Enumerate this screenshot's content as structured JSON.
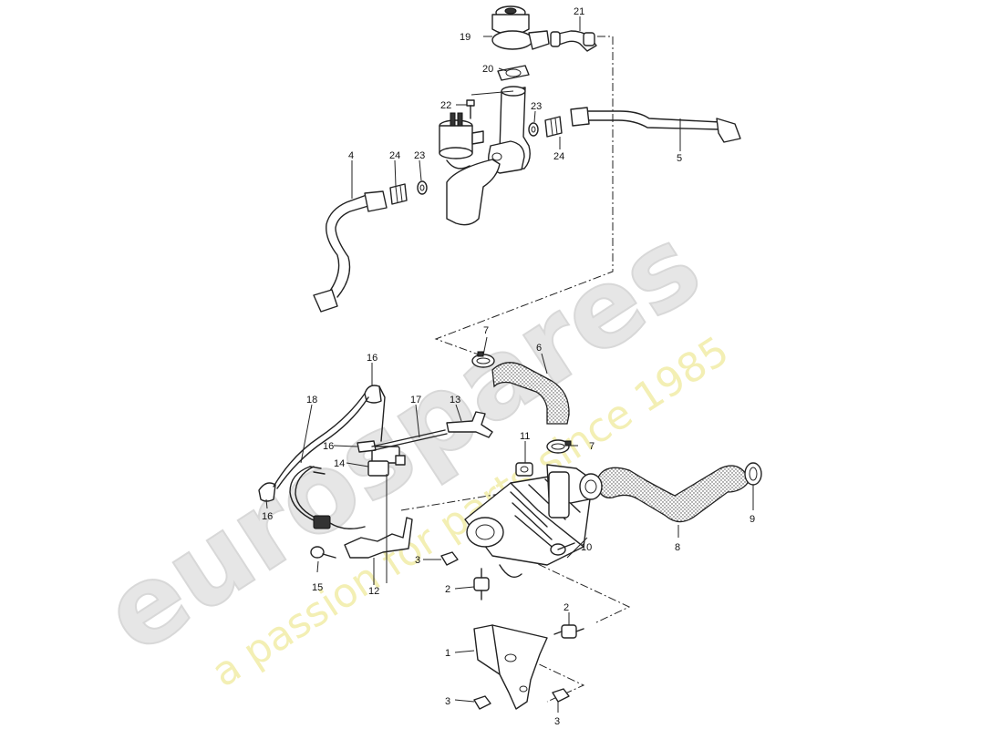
{
  "watermark": {
    "logo_text": "eurospares",
    "tagline": "a passion for parts since 1985"
  },
  "callouts": {
    "c1": "1",
    "c2a": "2",
    "c2b": "2",
    "c3a": "3",
    "c3b": "3",
    "c3c": "3",
    "c4": "4",
    "c5": "5",
    "c6": "6",
    "c7a": "7",
    "c7b": "7",
    "c8": "8",
    "c9": "9",
    "c10": "10",
    "c11": "11",
    "c12": "12",
    "c13": "13",
    "c14": "14",
    "c15": "15",
    "c16a": "16",
    "c16b": "16",
    "c16c": "16",
    "c17": "17",
    "c18": "18",
    "c19": "19",
    "c20": "20",
    "c21": "21",
    "c22": "22",
    "c23a": "23",
    "c23b": "23",
    "c24a": "24",
    "c24b": "24"
  }
}
